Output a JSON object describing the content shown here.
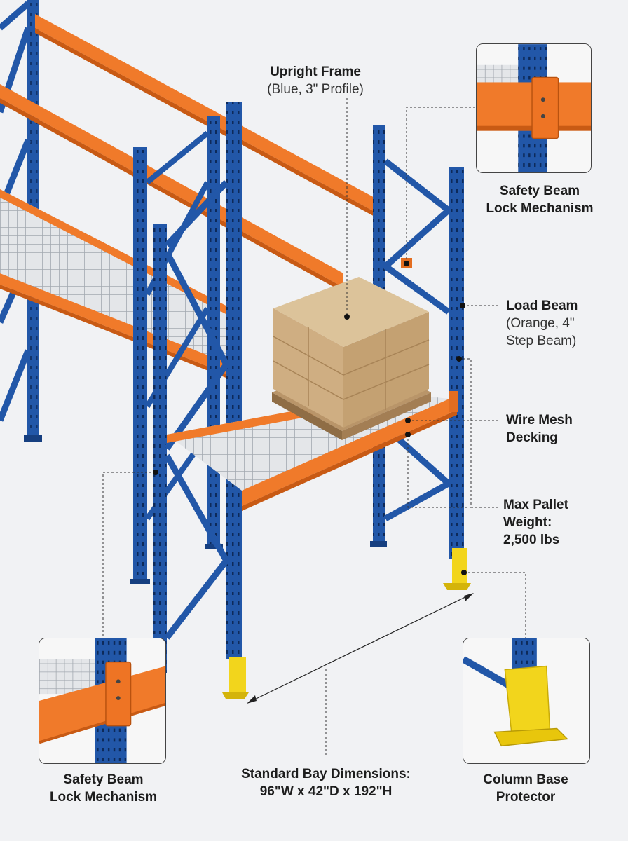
{
  "callouts": {
    "upright_frame": {
      "title": "Upright Frame",
      "subtitle": "(Blue, 3\" Profile)"
    },
    "safety_lock_top": {
      "line1": "Safety Beam",
      "line2": "Lock Mechanism"
    },
    "load_beam": {
      "title": "Load Beam",
      "sub1": "(Orange, 4\"",
      "sub2": "Step Beam)"
    },
    "wire_mesh": {
      "line1": "Wire Mesh",
      "line2": "Decking"
    },
    "max_weight": {
      "line1": "Max Pallet",
      "line2": "Weight:",
      "line3": "2,500 lbs"
    },
    "safety_lock_bottom": {
      "line1": "Safety Beam",
      "line2": "Lock Mechanism"
    },
    "bay_dimensions": {
      "line1": "Standard Bay Dimensions:",
      "line2": "96\"W x 42\"D x 192\"H"
    },
    "column_protector": {
      "line1": "Column Base",
      "line2": "Protector"
    }
  },
  "colors": {
    "upright_blue": "#2257a8",
    "upright_dark": "#163f80",
    "beam_orange": "#f07a2a",
    "beam_dark": "#c85a14",
    "protector_yellow": "#f2d51c",
    "box_tan": "#d8b888",
    "mesh_grey": "#a7adb4"
  },
  "icons": [
    "upright-frame",
    "load-beam",
    "wire-mesh-decking",
    "pallet-load",
    "column-base-protector",
    "beam-lock-connector"
  ]
}
